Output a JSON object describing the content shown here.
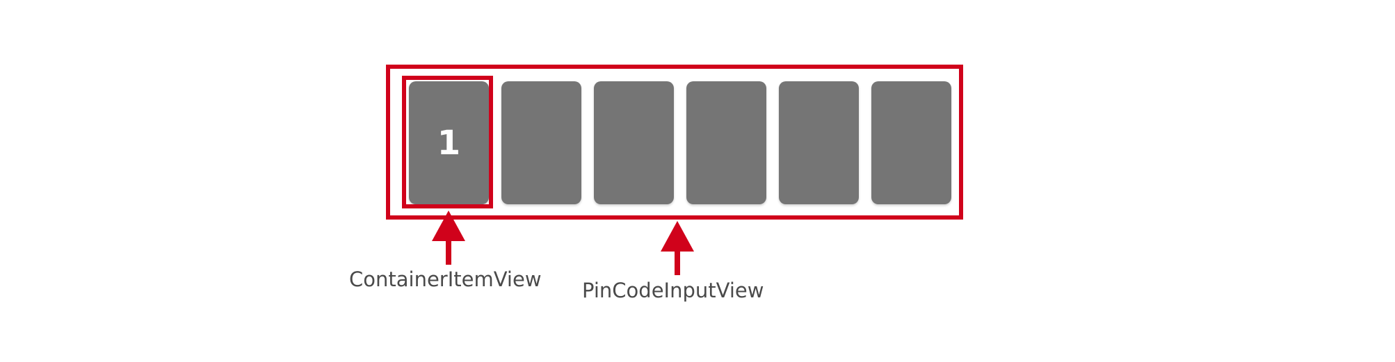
{
  "diagram": {
    "accent_color": "#d0021b",
    "cell_color": "#757575",
    "cells": [
      {
        "value": "1"
      },
      {
        "value": ""
      },
      {
        "value": ""
      },
      {
        "value": ""
      },
      {
        "value": ""
      },
      {
        "value": ""
      }
    ],
    "labels": {
      "container_item_view": "ContainerItemView",
      "pin_code_input_view": "PinCodeInputView"
    }
  }
}
